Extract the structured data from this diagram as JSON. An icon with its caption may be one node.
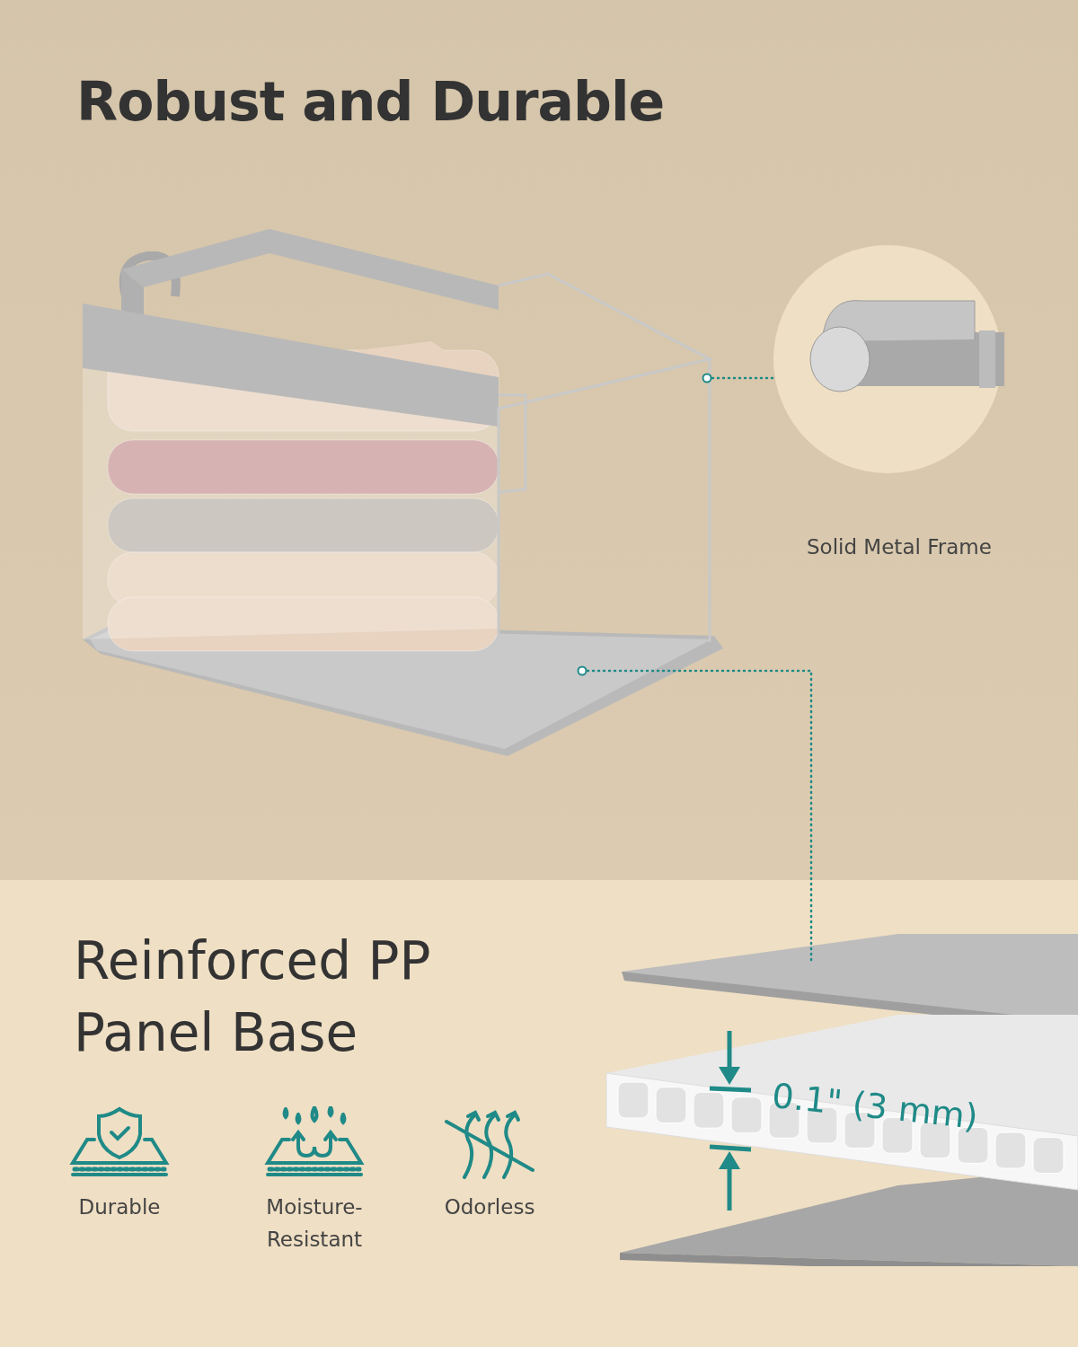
{
  "diagram": {
    "title": "Robust and Durable",
    "nodes": [
      {
        "text": [],
        "shape": "picture"
      },
      {
        "text": [],
        "shape": "picture",
        "beside": [
          "Solid Metal Frame"
        ]
      },
      {
        "text": [],
        "shape": "picture"
      }
    ],
    "edges": [
      {
        "from": 0,
        "to": 1,
        "arrow": "other",
        "style": "dashed"
      },
      {
        "from": 0,
        "to": 2,
        "arrow": "other",
        "style": "dashed"
      }
    ],
    "labels": [
      "Reinforced PP Panel Base",
      "Durable",
      "Moisture-Resistant",
      "Odorless",
      "0.1\" (3 mm)"
    ]
  }
}
